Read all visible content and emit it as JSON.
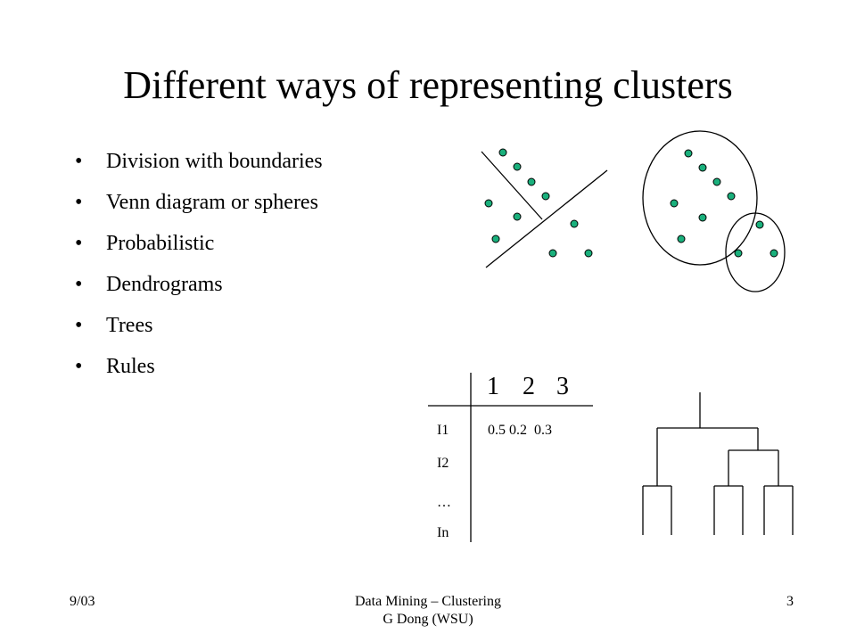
{
  "slide": {
    "title": "Different ways of representing clusters",
    "bullets": [
      "Division with boundaries",
      "Venn diagram or spheres",
      "Probabilistic",
      "Dendrograms",
      "Trees",
      "Rules"
    ],
    "bullet_glyph": "•"
  },
  "prob_table": {
    "col_headers": [
      "1",
      "2",
      "3"
    ],
    "rows": [
      {
        "label": "I1",
        "values": "0.5 0.2  0.3"
      },
      {
        "label": "I2",
        "values": ""
      },
      {
        "label": "…",
        "values": ""
      },
      {
        "label": "In",
        "values": ""
      }
    ]
  },
  "colors": {
    "point_fill": "#1ab07c",
    "line": "#000000"
  },
  "footer": {
    "date": "9/03",
    "course": "Data Mining – Clustering",
    "author": "G Dong (WSU)",
    "page": "3"
  }
}
